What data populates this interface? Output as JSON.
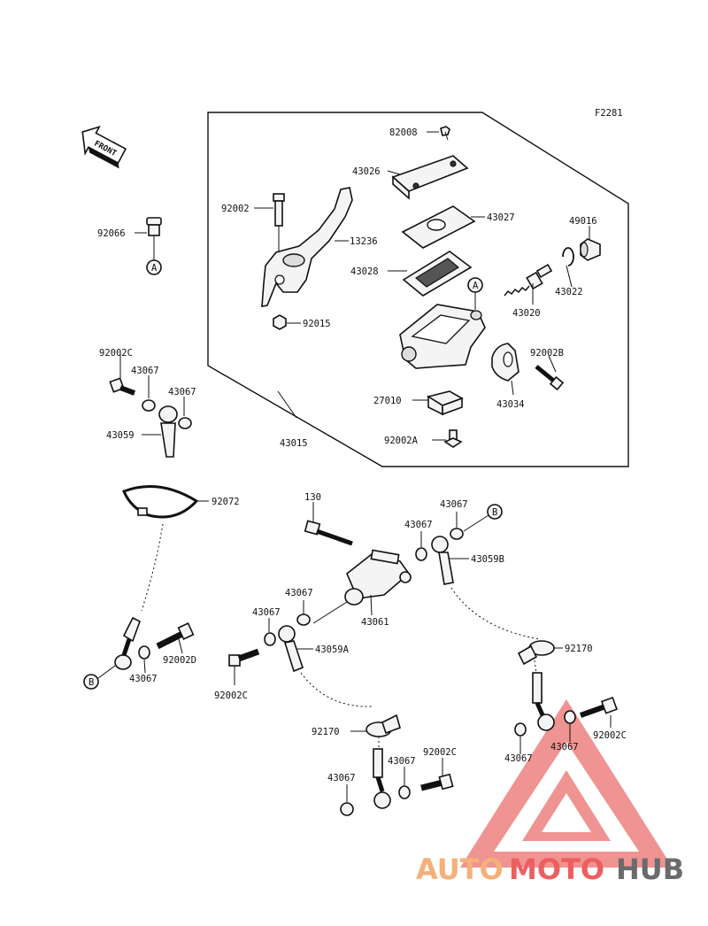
{
  "figure_code": "F2281",
  "front_label": "FRONT",
  "callouts": {
    "a": "A",
    "b": "B"
  },
  "part_numbers": {
    "p82008": "82008",
    "p43026": "43026",
    "p92002": "92002",
    "p43027": "43027",
    "p49016": "49016",
    "p13236": "13236",
    "p43028": "43028",
    "p43022": "43022",
    "p43020": "43020",
    "p92015": "92015",
    "p92002b": "92002B",
    "p27010": "27010",
    "p43034": "43034",
    "p92002a": "92002A",
    "p43015": "43015",
    "p92066": "92066",
    "p92002c_1": "92002C",
    "p43067_1": "43067",
    "p43067_2": "43067",
    "p43059": "43059",
    "p92072": "92072",
    "p130": "130",
    "p43067_3": "43067",
    "p43067_4": "43067",
    "p43059b": "43059B",
    "p43067_5": "43067",
    "p43067_6": "43067",
    "p43061": "43061",
    "p43059a": "43059A",
    "p92002d": "92002D",
    "p43067_7": "43067",
    "p92002c_2": "92002C",
    "p92170_1": "92170",
    "p92170_2": "92170",
    "p92002c_3": "92002C",
    "p43067_8": "43067",
    "p43067_9": "43067",
    "p43067_10": "43067",
    "p43067_11": "43067",
    "p92002c_4": "92002C"
  },
  "watermark": {
    "part1": "AUTO",
    "part2": "MOTO",
    "part3": "HUB",
    "color_light": "#f4b07a",
    "color_red": "#ec5f5f",
    "color_dark": "#6b6b6b"
  }
}
